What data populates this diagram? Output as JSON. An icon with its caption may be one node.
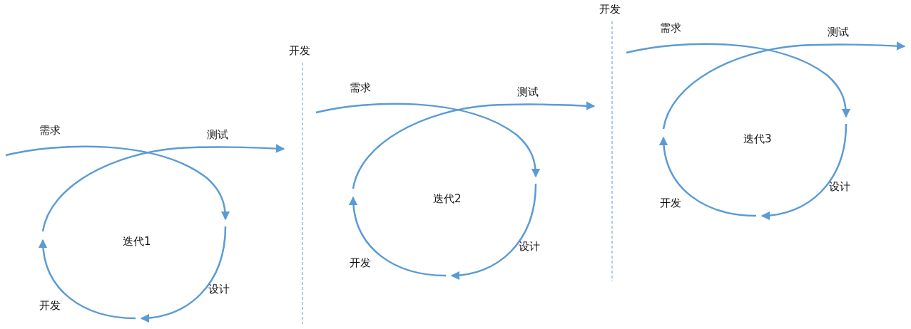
{
  "diagram": {
    "labels": [
      "开发",
      "开发",
      "需求",
      "测试",
      "迭代1",
      "设计",
      "开发",
      "需求",
      "测试",
      "迭代2",
      "设计",
      "开发",
      "需求",
      "测试",
      "迭代3",
      "设计",
      "开发"
    ]
  }
}
